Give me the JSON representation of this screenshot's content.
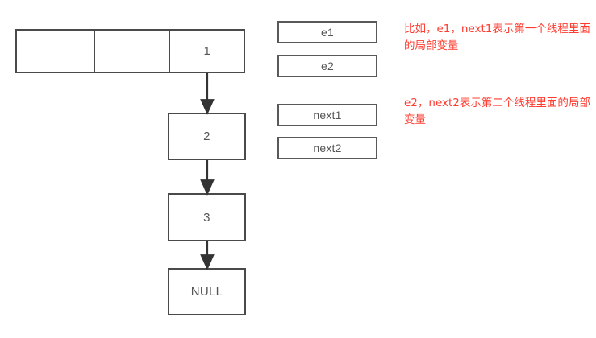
{
  "diagram": {
    "title_visible": false,
    "head_row": {
      "cells": [
        {
          "label": ""
        },
        {
          "label": ""
        },
        {
          "label": "1"
        }
      ]
    },
    "chain": [
      {
        "label": "2"
      },
      {
        "label": "3"
      },
      {
        "label": "NULL"
      }
    ],
    "variables": [
      {
        "label": "e1"
      },
      {
        "label": "e2"
      },
      {
        "label": "next1"
      },
      {
        "label": "next2"
      }
    ],
    "annotations": [
      {
        "text": "比如，e1，next1表示第一个线程里面的局部变量"
      },
      {
        "text": "e2，next2表示第二个线程里面的局部变量"
      }
    ],
    "arrows": [
      {
        "from": "head-cell-1",
        "to": "node-2"
      },
      {
        "from": "node-2",
        "to": "node-3"
      },
      {
        "from": "node-3",
        "to": "node-null"
      }
    ],
    "colors": {
      "box_border": "#4a4a4a",
      "var_border": "#595959",
      "text": "#555555",
      "annotation": "#ff3b30",
      "arrow": "#333333",
      "background": "#ffffff"
    }
  }
}
